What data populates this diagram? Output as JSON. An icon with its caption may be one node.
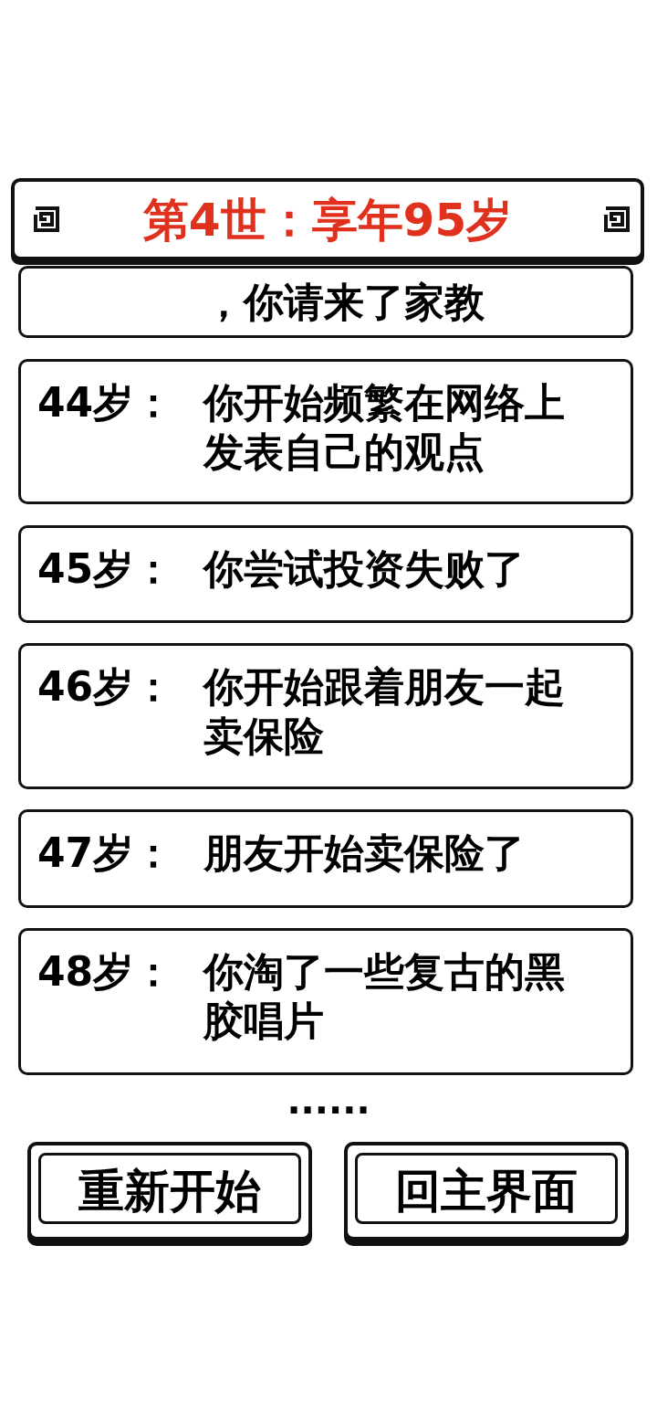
{
  "diagram": {
    "nodes": [
      {
        "text": [
          "第4世：享年95岁"
        ]
      },
      {
        "text": [
          "，你请来了家教"
        ]
      },
      {
        "text": [
          "44岁：",
          "你开始频繁在网络上发表自己的观点"
        ]
      },
      {
        "text": [
          "45岁：",
          "你尝试投资失败了"
        ]
      },
      {
        "text": [
          "46岁：",
          "你开始跟着朋友一起卖保险"
        ]
      },
      {
        "text": [
          "47岁：",
          "朋友开始卖保险了"
        ]
      },
      {
        "text": [
          "48岁：",
          "你淘了一些复古的黑胶唱片"
        ]
      },
      {
        "text": [
          "重新开始"
        ]
      },
      {
        "text": [
          "回主界面"
        ]
      }
    ],
    "labels": [
      "······"
    ]
  }
}
